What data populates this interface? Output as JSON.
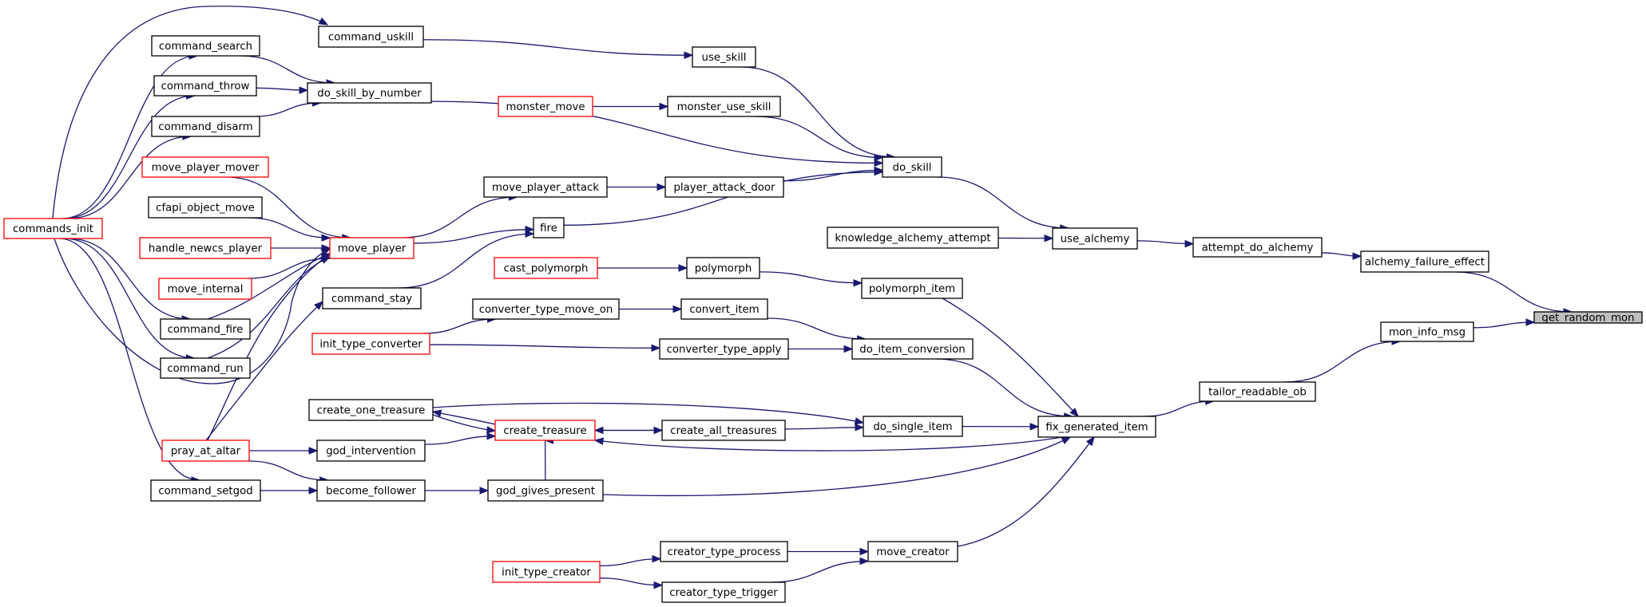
{
  "graph": {
    "root": "get_random_mon",
    "nodes": [
      {
        "id": "get_random_mon",
        "label": "get_random_mon",
        "color": "black",
        "root": true
      },
      {
        "id": "alchemy_failure_effect",
        "label": "alchemy_failure_effect",
        "color": "black"
      },
      {
        "id": "mon_info_msg",
        "label": "mon_info_msg",
        "color": "black"
      },
      {
        "id": "attempt_do_alchemy",
        "label": "attempt_do_alchemy",
        "color": "black"
      },
      {
        "id": "tailor_readable_ob",
        "label": "tailor_readable_ob",
        "color": "black"
      },
      {
        "id": "use_alchemy",
        "label": "use_alchemy",
        "color": "black"
      },
      {
        "id": "fix_generated_item",
        "label": "fix_generated_item",
        "color": "black"
      },
      {
        "id": "do_skill",
        "label": "do_skill",
        "color": "black"
      },
      {
        "id": "knowledge_alchemy_attempt",
        "label": "knowledge_alchemy_attempt",
        "color": "black"
      },
      {
        "id": "use_skill",
        "label": "use_skill",
        "color": "black"
      },
      {
        "id": "monster_use_skill",
        "label": "monster_use_skill",
        "color": "black"
      },
      {
        "id": "player_attack_door",
        "label": "player_attack_door",
        "color": "black"
      },
      {
        "id": "fire",
        "label": "fire",
        "color": "black"
      },
      {
        "id": "do_skill_by_number",
        "label": "do_skill_by_number",
        "color": "black"
      },
      {
        "id": "command_uskill",
        "label": "command_uskill",
        "color": "black"
      },
      {
        "id": "monster_move",
        "label": "monster_move",
        "color": "red"
      },
      {
        "id": "move_player_attack",
        "label": "move_player_attack",
        "color": "black"
      },
      {
        "id": "move_player",
        "label": "move_player",
        "color": "red"
      },
      {
        "id": "command_fire",
        "label": "command_fire",
        "color": "black"
      },
      {
        "id": "command_run",
        "label": "command_run",
        "color": "black"
      },
      {
        "id": "command_search",
        "label": "command_search",
        "color": "black"
      },
      {
        "id": "command_throw",
        "label": "command_throw",
        "color": "black"
      },
      {
        "id": "command_disarm",
        "label": "command_disarm",
        "color": "black"
      },
      {
        "id": "commands_init",
        "label": "commands_init",
        "color": "red"
      },
      {
        "id": "move_player_mover",
        "label": "move_player_mover",
        "color": "red"
      },
      {
        "id": "cfapi_object_move",
        "label": "cfapi_object_move",
        "color": "black"
      },
      {
        "id": "handle_newcs_player",
        "label": "handle_newcs_player",
        "color": "red"
      },
      {
        "id": "move_internal",
        "label": "move_internal",
        "color": "red"
      },
      {
        "id": "command_stay",
        "label": "command_stay",
        "color": "black"
      },
      {
        "id": "pray_at_altar",
        "label": "pray_at_altar",
        "color": "red"
      },
      {
        "id": "command_setgod",
        "label": "command_setgod",
        "color": "black"
      },
      {
        "id": "polymorph_item",
        "label": "polymorph_item",
        "color": "black"
      },
      {
        "id": "polymorph",
        "label": "polymorph",
        "color": "black"
      },
      {
        "id": "cast_polymorph",
        "label": "cast_polymorph",
        "color": "red"
      },
      {
        "id": "do_item_conversion",
        "label": "do_item_conversion",
        "color": "black"
      },
      {
        "id": "convert_item",
        "label": "convert_item",
        "color": "black"
      },
      {
        "id": "converter_type_apply",
        "label": "converter_type_apply",
        "color": "black"
      },
      {
        "id": "converter_type_move_on",
        "label": "converter_type_move_on",
        "color": "black"
      },
      {
        "id": "init_type_converter",
        "label": "init_type_converter",
        "color": "red"
      },
      {
        "id": "do_single_item",
        "label": "do_single_item",
        "color": "black"
      },
      {
        "id": "create_all_treasures",
        "label": "create_all_treasures",
        "color": "black"
      },
      {
        "id": "create_treasure",
        "label": "create_treasure",
        "color": "red"
      },
      {
        "id": "create_one_treasure",
        "label": "create_one_treasure",
        "color": "black"
      },
      {
        "id": "god_intervention",
        "label": "god_intervention",
        "color": "black"
      },
      {
        "id": "god_gives_present",
        "label": "god_gives_present",
        "color": "black"
      },
      {
        "id": "become_follower",
        "label": "become_follower",
        "color": "black"
      },
      {
        "id": "move_creator",
        "label": "move_creator",
        "color": "black"
      },
      {
        "id": "creator_type_process",
        "label": "creator_type_process",
        "color": "black"
      },
      {
        "id": "creator_type_trigger",
        "label": "creator_type_trigger",
        "color": "black"
      },
      {
        "id": "init_type_creator",
        "label": "init_type_creator",
        "color": "red"
      }
    ],
    "edges": [
      {
        "from": "alchemy_failure_effect",
        "to": "get_random_mon"
      },
      {
        "from": "mon_info_msg",
        "to": "get_random_mon"
      },
      {
        "from": "attempt_do_alchemy",
        "to": "alchemy_failure_effect"
      },
      {
        "from": "tailor_readable_ob",
        "to": "mon_info_msg"
      },
      {
        "from": "use_alchemy",
        "to": "attempt_do_alchemy"
      },
      {
        "from": "fix_generated_item",
        "to": "tailor_readable_ob"
      },
      {
        "from": "do_skill",
        "to": "use_alchemy"
      },
      {
        "from": "knowledge_alchemy_attempt",
        "to": "use_alchemy"
      },
      {
        "from": "use_skill",
        "to": "do_skill"
      },
      {
        "from": "monster_use_skill",
        "to": "do_skill"
      },
      {
        "from": "player_attack_door",
        "to": "do_skill"
      },
      {
        "from": "fire",
        "to": "do_skill"
      },
      {
        "from": "do_skill_by_number",
        "to": "do_skill"
      },
      {
        "from": "command_uskill",
        "to": "use_skill"
      },
      {
        "from": "monster_move",
        "to": "monster_use_skill"
      },
      {
        "from": "move_player_attack",
        "to": "player_attack_door"
      },
      {
        "from": "move_player",
        "to": "move_player_attack"
      },
      {
        "from": "move_player",
        "to": "fire"
      },
      {
        "from": "command_stay",
        "to": "fire"
      },
      {
        "from": "command_search",
        "to": "do_skill_by_number"
      },
      {
        "from": "command_throw",
        "to": "do_skill_by_number"
      },
      {
        "from": "command_disarm",
        "to": "do_skill_by_number"
      },
      {
        "from": "commands_init",
        "to": "command_uskill"
      },
      {
        "from": "commands_init",
        "to": "command_search"
      },
      {
        "from": "commands_init",
        "to": "command_throw"
      },
      {
        "from": "commands_init",
        "to": "command_disarm"
      },
      {
        "from": "commands_init",
        "to": "command_fire"
      },
      {
        "from": "commands_init",
        "to": "command_run"
      },
      {
        "from": "commands_init",
        "to": "command_setgod"
      },
      {
        "from": "commands_init",
        "to": "move_player"
      },
      {
        "from": "move_player_mover",
        "to": "move_player"
      },
      {
        "from": "cfapi_object_move",
        "to": "move_player"
      },
      {
        "from": "handle_newcs_player",
        "to": "move_player"
      },
      {
        "from": "move_internal",
        "to": "move_player"
      },
      {
        "from": "command_fire",
        "to": "move_player"
      },
      {
        "from": "command_run",
        "to": "move_player"
      },
      {
        "from": "pray_at_altar",
        "to": "move_player"
      },
      {
        "from": "pray_at_altar",
        "to": "command_stay"
      },
      {
        "from": "polymorph_item",
        "to": "fix_generated_item"
      },
      {
        "from": "polymorph",
        "to": "polymorph_item"
      },
      {
        "from": "cast_polymorph",
        "to": "polymorph"
      },
      {
        "from": "do_item_conversion",
        "to": "fix_generated_item"
      },
      {
        "from": "convert_item",
        "to": "do_item_conversion"
      },
      {
        "from": "converter_type_apply",
        "to": "do_item_conversion"
      },
      {
        "from": "converter_type_move_on",
        "to": "convert_item"
      },
      {
        "from": "init_type_converter",
        "to": "converter_type_move_on"
      },
      {
        "from": "init_type_converter",
        "to": "converter_type_apply"
      },
      {
        "from": "do_single_item",
        "to": "fix_generated_item"
      },
      {
        "from": "create_all_treasures",
        "to": "do_single_item"
      },
      {
        "from": "create_one_treasure",
        "to": "do_single_item"
      },
      {
        "from": "create_treasure",
        "to": "create_all_treasures"
      },
      {
        "from": "create_all_treasures",
        "to": "create_treasure"
      },
      {
        "from": "create_treasure",
        "to": "create_one_treasure"
      },
      {
        "from": "create_one_treasure",
        "to": "create_treasure"
      },
      {
        "from": "god_intervention",
        "to": "create_treasure"
      },
      {
        "from": "god_gives_present",
        "to": "create_treasure"
      },
      {
        "from": "fix_generated_item",
        "to": "create_treasure"
      },
      {
        "from": "pray_at_altar",
        "to": "god_intervention"
      },
      {
        "from": "become_follower",
        "to": "god_gives_present"
      },
      {
        "from": "god_gives_present",
        "to": "fix_generated_item"
      },
      {
        "from": "pray_at_altar",
        "to": "become_follower"
      },
      {
        "from": "command_setgod",
        "to": "become_follower"
      },
      {
        "from": "move_creator",
        "to": "fix_generated_item"
      },
      {
        "from": "creator_type_process",
        "to": "move_creator"
      },
      {
        "from": "creator_type_trigger",
        "to": "move_creator"
      },
      {
        "from": "init_type_creator",
        "to": "creator_type_process"
      },
      {
        "from": "init_type_creator",
        "to": "creator_type_trigger"
      }
    ]
  }
}
